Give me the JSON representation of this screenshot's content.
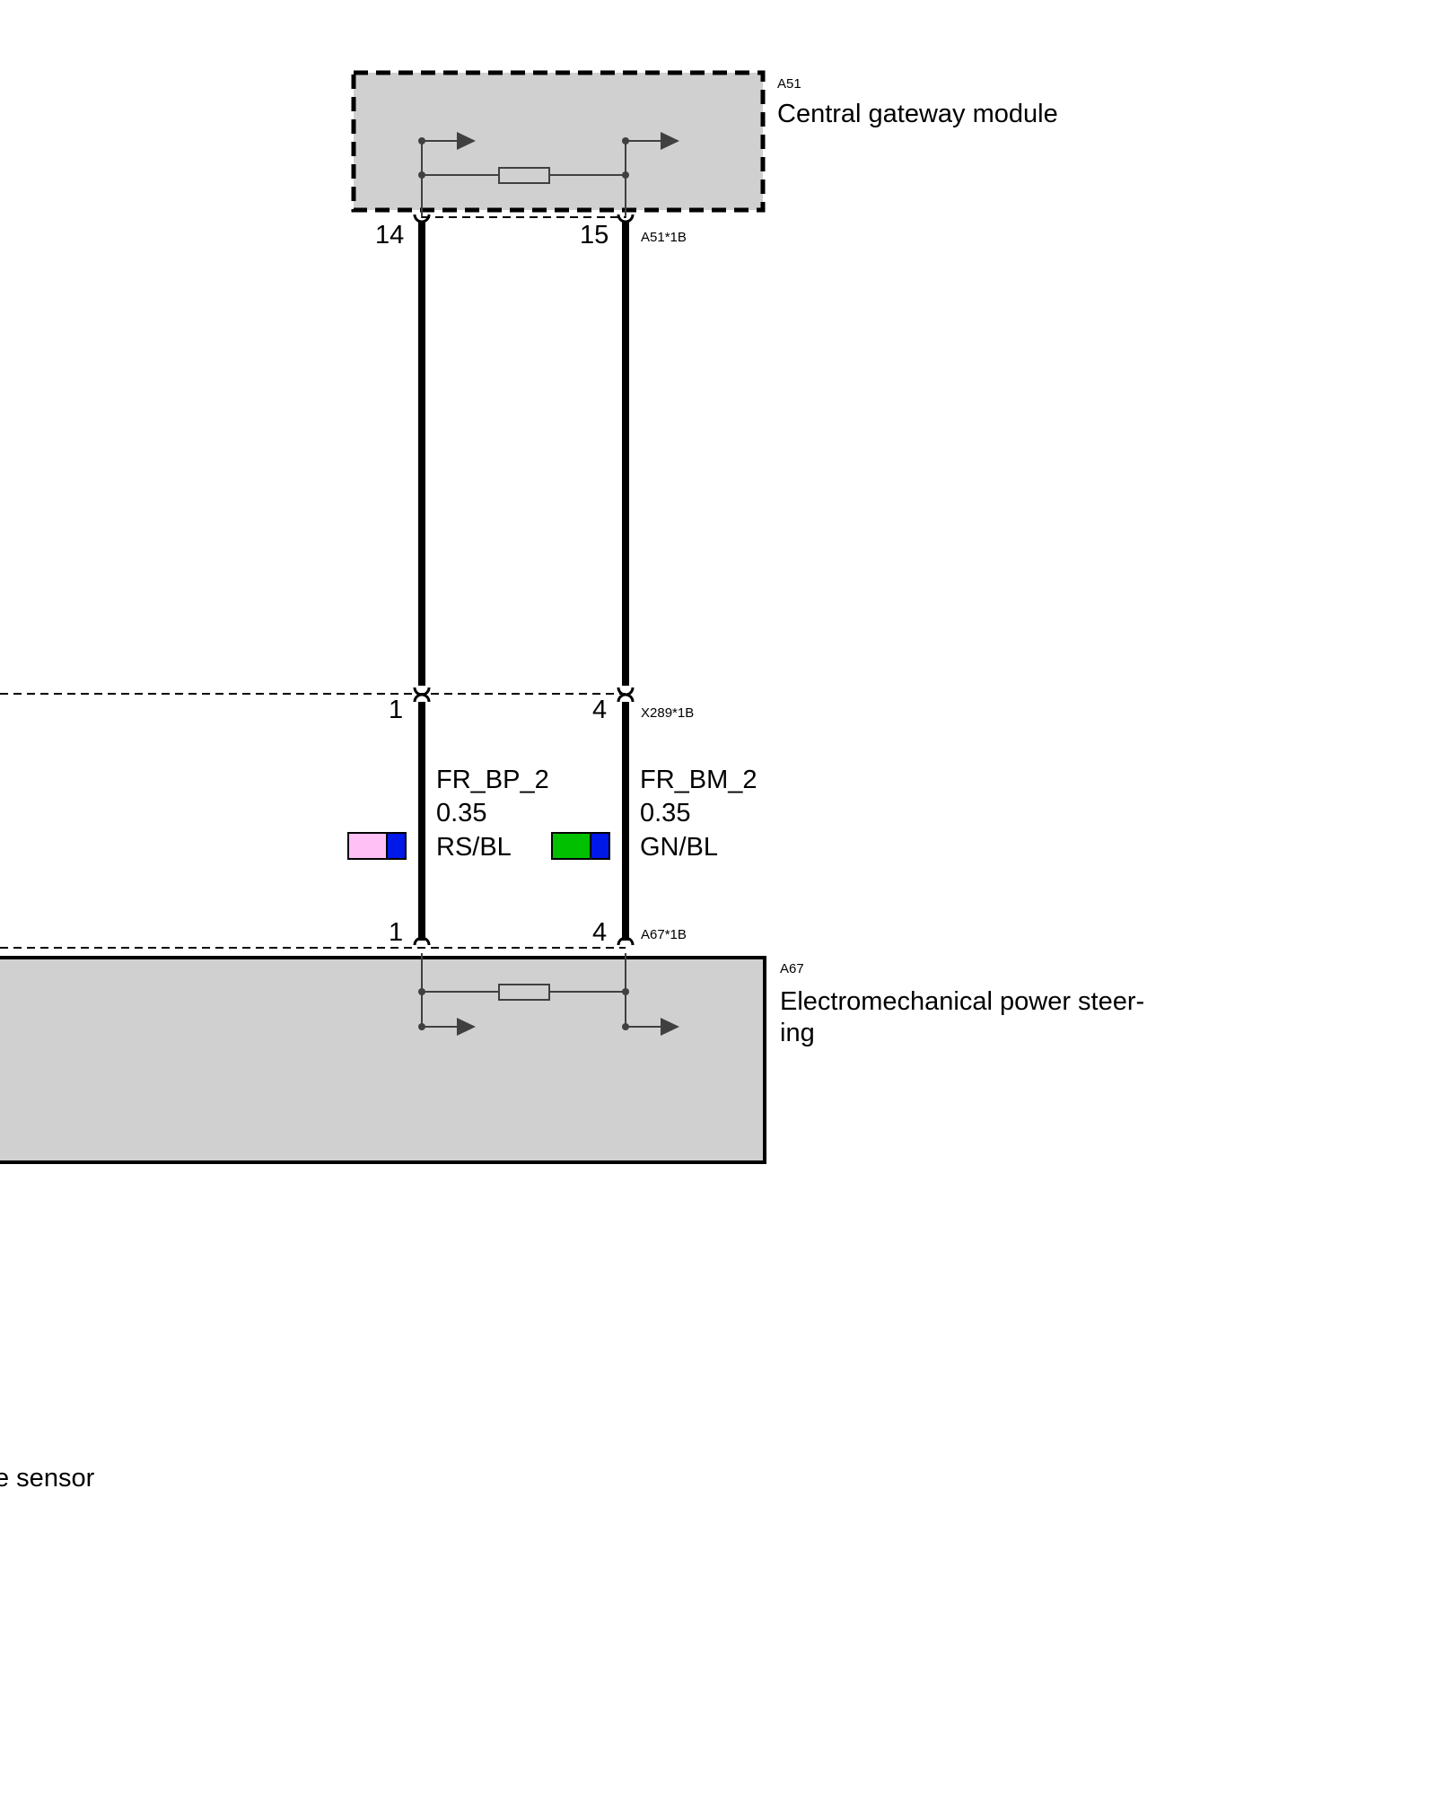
{
  "module_top": {
    "code": "A51",
    "name": "Central gateway module",
    "connector": "A51*1B",
    "pin_left": "14",
    "pin_right": "15"
  },
  "inline_connector": {
    "code": "X289*1B",
    "pin_left": "1",
    "pin_right": "4"
  },
  "wires": [
    {
      "signal": "FR_BP_2",
      "gauge": "0.35",
      "color_code": "RS/BL",
      "colors": [
        "#ffc0f5",
        "#0018e8"
      ]
    },
    {
      "signal": "FR_BM_2",
      "gauge": "0.35",
      "color_code": "GN/BL",
      "colors": [
        "#00c000",
        "#0018e8"
      ]
    }
  ],
  "module_bottom": {
    "code": "A67",
    "name_line1": "Electromechanical power steer-",
    "name_line2": "ing",
    "connector": "A67*1B",
    "pin_left": "1",
    "pin_right": "4"
  },
  "partial_label": "e sensor",
  "colors": {
    "module_fill": "#d0d0d0",
    "wire": "#000000",
    "symbol": "#404040"
  }
}
